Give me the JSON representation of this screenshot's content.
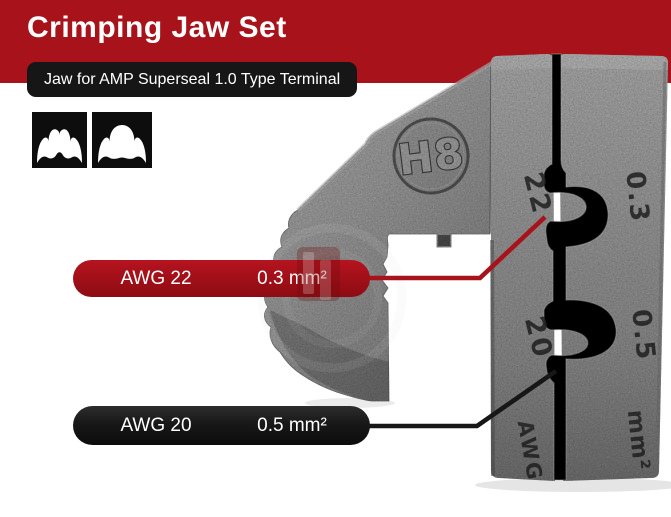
{
  "header": {
    "title": "Crimping Jaw Set",
    "subtitle": "Jaw for AMP Superseal 1.0 Type Terminal"
  },
  "colors": {
    "accent_red": "#a8121a",
    "badge_black": "#161616",
    "metal_grey": "#9d9d9d"
  },
  "profile_icons": [
    {
      "name": "double-cavity-crimp-profile"
    },
    {
      "name": "single-cavity-crimp-profile"
    }
  ],
  "tool": {
    "stamp": "H8",
    "markings": {
      "left_bar": [
        "22",
        "20",
        "AWG"
      ],
      "right_bar": [
        "0.3",
        "0.5",
        "mm²"
      ]
    }
  },
  "callouts": [
    {
      "awg": "AWG 22",
      "size": "0.3 mm²",
      "color": "#a8121a"
    },
    {
      "awg": "AWG 20",
      "size": "0.5 mm²",
      "color": "#161616"
    }
  ]
}
